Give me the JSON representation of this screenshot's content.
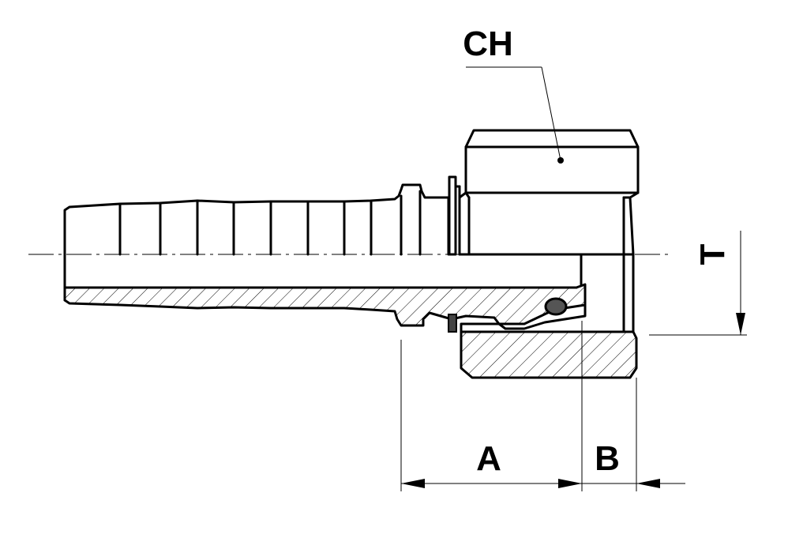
{
  "labels": {
    "ch": "CH",
    "a": "A",
    "b": "B",
    "t": "T"
  },
  "colors": {
    "line": "#000000",
    "background": "#ffffff"
  }
}
